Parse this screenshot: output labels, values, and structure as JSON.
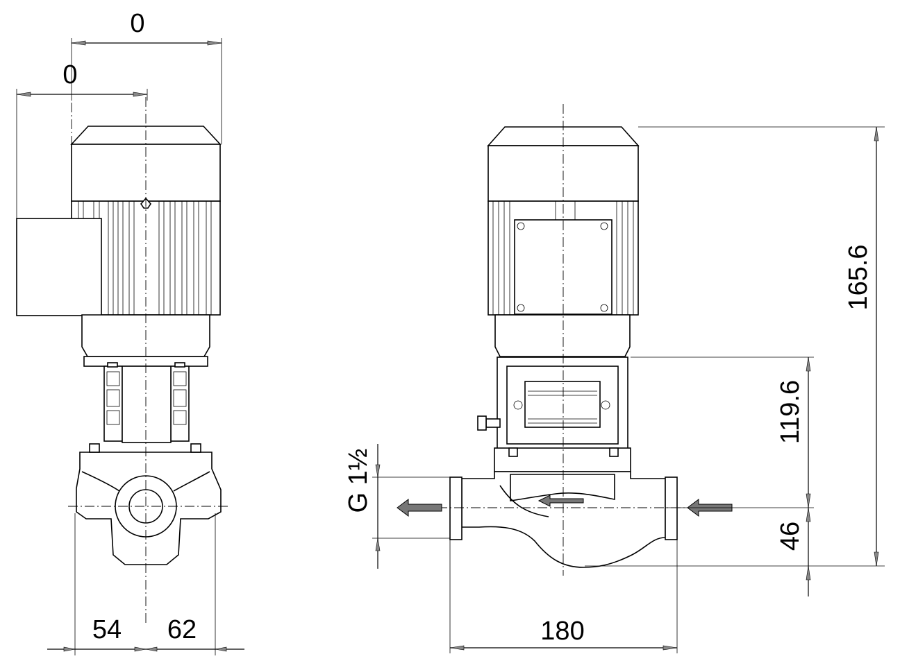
{
  "drawing": {
    "left_view": {
      "top_dimension": "0",
      "second_dimension": "0",
      "bottom_left_dimension": "54",
      "bottom_right_dimension": "62"
    },
    "right_view": {
      "overall_height": "165.6",
      "flange_height": "119.6",
      "pipe_centre_height": "46",
      "port_to_port": "180",
      "connection": "G 1½"
    }
  }
}
